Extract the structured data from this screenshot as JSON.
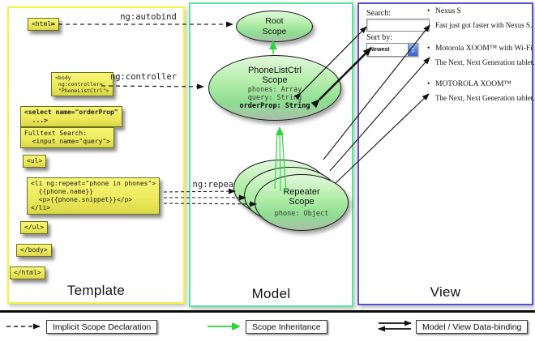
{
  "panels": {
    "template": {
      "label": "Template"
    },
    "model": {
      "label": "Model"
    },
    "view": {
      "label": "View"
    }
  },
  "template_boxes": {
    "html_open": "<html>",
    "body_open": "<body\n ng:controller=\n \"PhoneListCtrl\">",
    "select": "<select name=\"orderProp\"\n  ...>",
    "fulltext": "Fulltext Search:\n  <input name=\"query\">",
    "ul_open": "<ul>",
    "li_repeat": "<li ng:repeat=\"phone in phones\">\n  {{phone.name}}\n  <p>{{phone.snippet}}</p>\n</li>",
    "ul_close": "</ul>",
    "body_close": "</body>",
    "html_close": "</html>"
  },
  "arrow_labels": {
    "autobind": "ng:autobind",
    "controller": "ng:controller",
    "repeat": "ng:repeat"
  },
  "model": {
    "root_scope": {
      "title": "Root\nScope"
    },
    "phonelist_scope": {
      "title": "PhoneListCtrl\nScope",
      "props": [
        "phones: Array",
        "query: String"
      ],
      "bold_prop": "orderProp: String"
    },
    "repeater_scope": {
      "title": "Repeater\nScope",
      "prop": "phone: Object"
    }
  },
  "view": {
    "search_label": "Search:",
    "sort_label": "Sort by:",
    "sort_value": "Newest",
    "items": [
      {
        "title": "Nexus S",
        "desc": "Fast just got faster with Nexus S."
      },
      {
        "title": "Motorola XOOM™ with Wi-Fi",
        "desc": "The Next, Next Generation tablet."
      },
      {
        "title": "MOTOROLA XOOM™",
        "desc": "The Next, Next Generation tablet."
      }
    ]
  },
  "legend": {
    "implicit": "Implicit Scope Declaration",
    "inheritance": "Scope Inheritance",
    "databinding": "Model / View Data-binding"
  },
  "icons": {
    "bullet": "•",
    "stepper_up": "▲",
    "stepper_down": "▼"
  },
  "colors": {
    "template_border": "#f5f53a",
    "model_border": "#58e79a",
    "view_border": "#5a4fd0",
    "code_box": "#eeeb5e",
    "scope_green": "#8fdd92",
    "inheritance_arrow": "#2ed33e"
  }
}
